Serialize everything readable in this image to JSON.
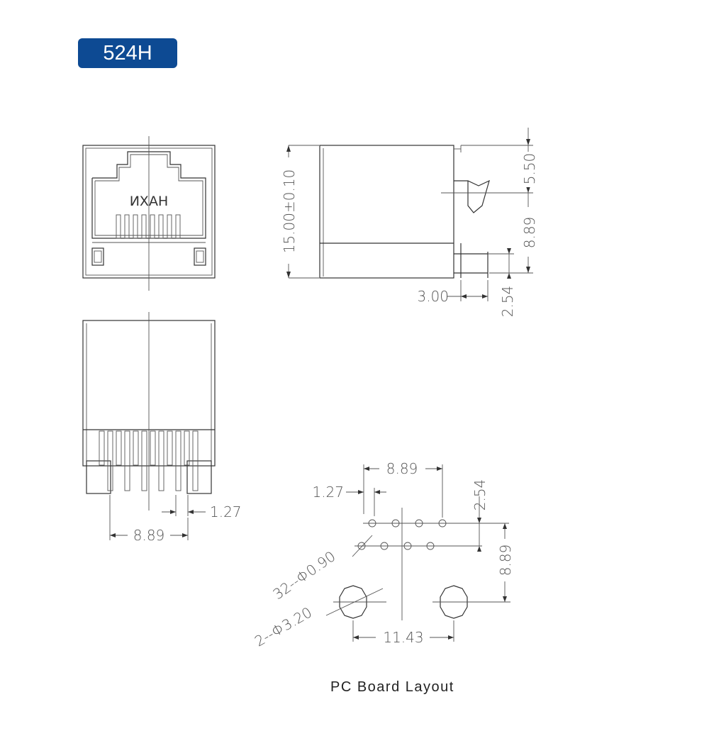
{
  "model_label": "524H",
  "brand_mark": "HAXN",
  "caption": "PC Board Layout",
  "side_view": {
    "height": "15.00±0.10",
    "top_offset": "5.50",
    "pin_span": "8.89",
    "pin_length": "3.00",
    "pin_offset": "2.54"
  },
  "bottom_view": {
    "pin_pitch": "1.27",
    "pin_span": "8.89"
  },
  "pcb_layout": {
    "row_span": "8.89",
    "pitch": "1.27",
    "row_offset": "2.54",
    "row_to_post": "8.89",
    "pin_holes": "32--Φ0.90",
    "post_holes": "2--Φ3.20",
    "post_spacing": "11.43"
  },
  "colors": {
    "badge": "#0d4a93",
    "line": "#333333"
  }
}
